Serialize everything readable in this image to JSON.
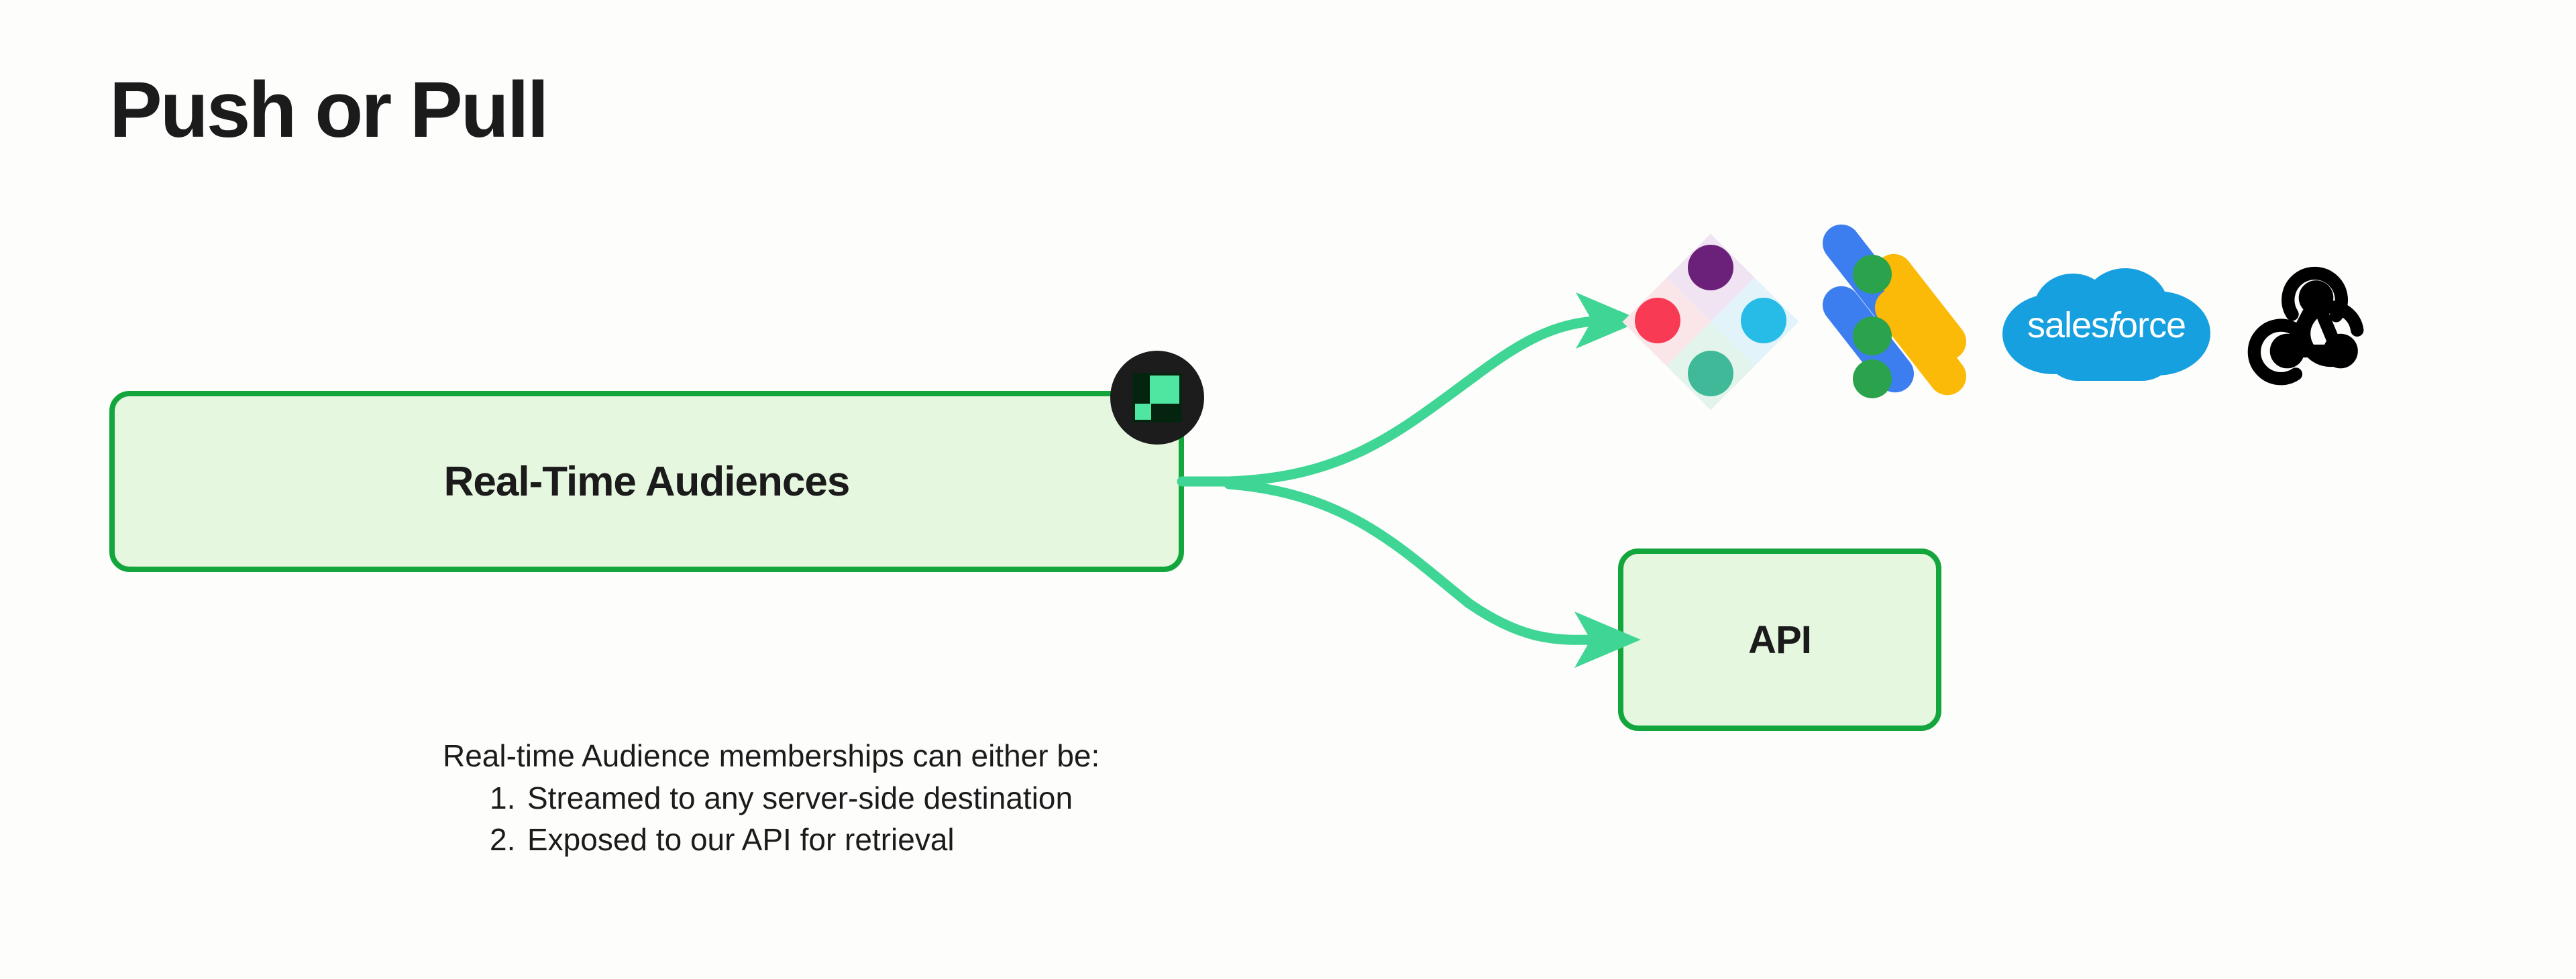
{
  "slide": {
    "title": "Push or Pull",
    "background_color": "#FDFDFC"
  },
  "theme": {
    "card_fill": "#E6F7E0",
    "card_border": "#12A63C",
    "arrow_color": "#3FD695",
    "text_color": "#1B1B1B",
    "badge_bg": "#1C1C1C",
    "badge_mark": "#4EE6A0"
  },
  "nodes": {
    "source": {
      "label": "Real-Time Audiences",
      "badge_icon": "audience-badge-icon"
    },
    "api": {
      "label": "API"
    }
  },
  "destinations": {
    "items": [
      {
        "name": "braze",
        "icon": "braze-logo-icon",
        "label": ""
      },
      {
        "name": "google-ads",
        "icon": "google-ads-logo-icon",
        "label": ""
      },
      {
        "name": "salesforce",
        "icon": "salesforce-logo-icon",
        "label": "salesforce",
        "label_prefix": "sales",
        "label_italic": "f",
        "label_suffix": "orce"
      },
      {
        "name": "webhook",
        "icon": "webhook-icon",
        "label": ""
      }
    ]
  },
  "connectors": [
    {
      "name": "source-to-destinations",
      "from": "source",
      "to": "destinations"
    },
    {
      "name": "source-to-api",
      "from": "source",
      "to": "api"
    }
  ],
  "caption": {
    "intro": "Real-time Audience memberships can either be:",
    "items": [
      {
        "num": "1.",
        "text": "Streamed to any server-side destination"
      },
      {
        "num": "2.",
        "text": "Exposed to our API for retrieval"
      }
    ]
  }
}
